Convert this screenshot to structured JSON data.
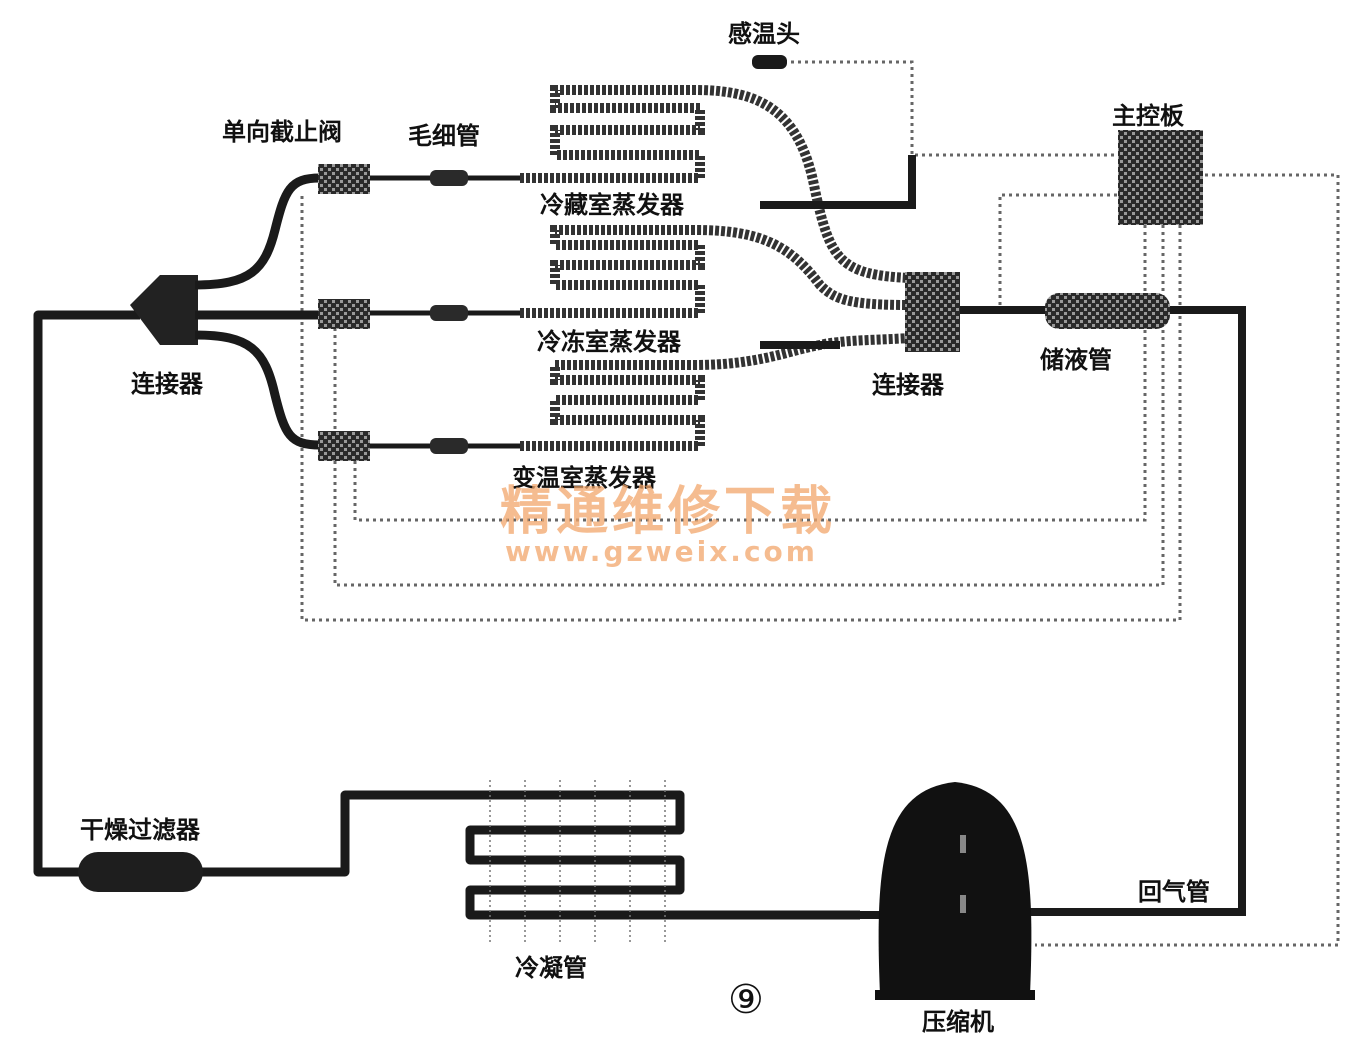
{
  "labels": {
    "sensor": "感温头",
    "check_valve": "单向截止阀",
    "capillary": "毛细管",
    "fridge_evaporator": "冷藏室蒸发器",
    "freezer_evaporator": "冷冻室蒸发器",
    "variable_evaporator": "变温室蒸发器",
    "main_board": "主控板",
    "connector_left": "连接器",
    "connector_right": "连接器",
    "accumulator": "储液管",
    "dryer_filter": "干燥过滤器",
    "condenser": "冷凝管",
    "compressor": "压缩机",
    "return_pipe": "回气管"
  },
  "figure_number": "⑨",
  "watermark": {
    "title": "精通维修下载",
    "url": "www.gzweix.com"
  }
}
